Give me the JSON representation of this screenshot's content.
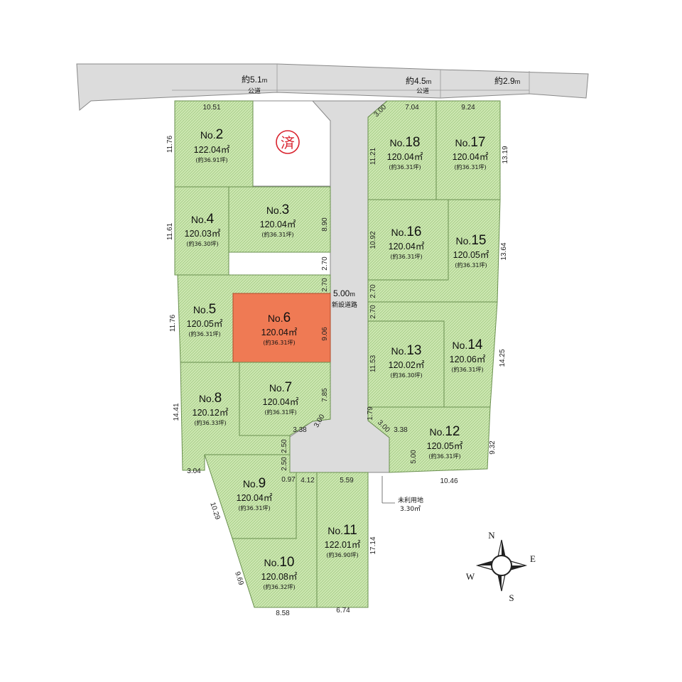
{
  "colors": {
    "lot_fill": "#cfe9b4",
    "lot_stroke": "#6a8f4f",
    "highlight_fill": "#ef7a54",
    "road_fill": "#dcdcdc",
    "road_stroke": "#888888",
    "sold_stamp": "#d9232e"
  },
  "roads": {
    "public_road_1": {
      "width": "約5.1",
      "unit": "m",
      "name": "公道"
    },
    "public_road_2": {
      "width": "約4.5",
      "unit": "m",
      "name": "公道"
    },
    "public_road_3": {
      "width": "約2.9",
      "unit": "m"
    },
    "new_road": {
      "width": "5.00",
      "unit": "m",
      "name": "新設道路"
    }
  },
  "sold_stamp": "済",
  "unused_land": {
    "label": "未利用地",
    "area": "3.30㎡"
  },
  "lots": {
    "no2": {
      "no": "No.",
      "num": "2",
      "area": "122.04㎡",
      "tsubo": "(約36.91坪)"
    },
    "no3": {
      "no": "No.",
      "num": "3",
      "area": "120.04㎡",
      "tsubo": "(約36.31坪)"
    },
    "no4": {
      "no": "No.",
      "num": "4",
      "area": "120.03㎡",
      "tsubo": "(約36.30坪)"
    },
    "no5": {
      "no": "No.",
      "num": "5",
      "area": "120.05㎡",
      "tsubo": "(約36.31坪)"
    },
    "no6": {
      "no": "No.",
      "num": "6",
      "area": "120.04㎡",
      "tsubo": "(約36.31坪)"
    },
    "no7": {
      "no": "No.",
      "num": "7",
      "area": "120.04㎡",
      "tsubo": "(約36.31坪)"
    },
    "no8": {
      "no": "No.",
      "num": "8",
      "area": "120.12㎡",
      "tsubo": "(約36.33坪)"
    },
    "no9": {
      "no": "No.",
      "num": "9",
      "area": "120.04㎡",
      "tsubo": "(約36.31坪)"
    },
    "no10": {
      "no": "No.",
      "num": "10",
      "area": "120.08㎡",
      "tsubo": "(約36.32坪)"
    },
    "no11": {
      "no": "No.",
      "num": "11",
      "area": "122.01㎡",
      "tsubo": "(約36.90坪)"
    },
    "no12": {
      "no": "No.",
      "num": "12",
      "area": "120.05㎡",
      "tsubo": "(約36.31坪)"
    },
    "no13": {
      "no": "No.",
      "num": "13",
      "area": "120.02㎡",
      "tsubo": "(約36.30坪)"
    },
    "no14": {
      "no": "No.",
      "num": "14",
      "area": "120.06㎡",
      "tsubo": "(約36.31坪)"
    },
    "no15": {
      "no": "No.",
      "num": "15",
      "area": "120.05㎡",
      "tsubo": "(約36.31坪)"
    },
    "no16": {
      "no": "No.",
      "num": "16",
      "area": "120.04㎡",
      "tsubo": "(約36.31坪)"
    },
    "no17": {
      "no": "No.",
      "num": "17",
      "area": "120.04㎡",
      "tsubo": "(約36.31坪)"
    },
    "no18": {
      "no": "No.",
      "num": "18",
      "area": "120.04㎡",
      "tsubo": "(約36.31坪)"
    }
  },
  "highlighted_lot": "6",
  "dimensions": {
    "d_10_51": "10.51",
    "d_11_76a": "11.76",
    "d_11_61": "11.61",
    "d_8_90": "8.90",
    "d_2_70a": "2.70",
    "d_2_70b": "2.70",
    "d_11_76b": "11.76",
    "d_9_06": "9.06",
    "d_14_41": "14.41",
    "d_7_85": "7.85",
    "d_3_38a": "3.38",
    "d_3_00a": "3.00",
    "d_2_50a": "2.50",
    "d_2_50b": "2.50",
    "d_3_04": "3.04",
    "d_0_97": "0.97",
    "d_4_12": "4.12",
    "d_5_59": "5.59",
    "d_10_29": "10.29",
    "d_9_69": "9.69",
    "d_8_58": "8.58",
    "d_6_74": "6.74",
    "d_17_14": "17.14",
    "d_3_00b": "3.00",
    "d_7_04": "7.04",
    "d_9_24": "9.24",
    "d_11_21": "11.21",
    "d_13_19": "13.19",
    "d_10_92": "10.92",
    "d_13_64": "13.64",
    "d_2_70c": "2.70",
    "d_2_70d": "2.70",
    "d_11_53": "11.53",
    "d_14_25": "14.25",
    "d_1_79": "1.79",
    "d_3_00c": "3.00",
    "d_3_38b": "3.38",
    "d_5_00": "5.00",
    "d_9_32": "9.32",
    "d_10_46": "10.46"
  },
  "compass": {
    "n": "N",
    "e": "E",
    "s": "S",
    "w": "W"
  }
}
